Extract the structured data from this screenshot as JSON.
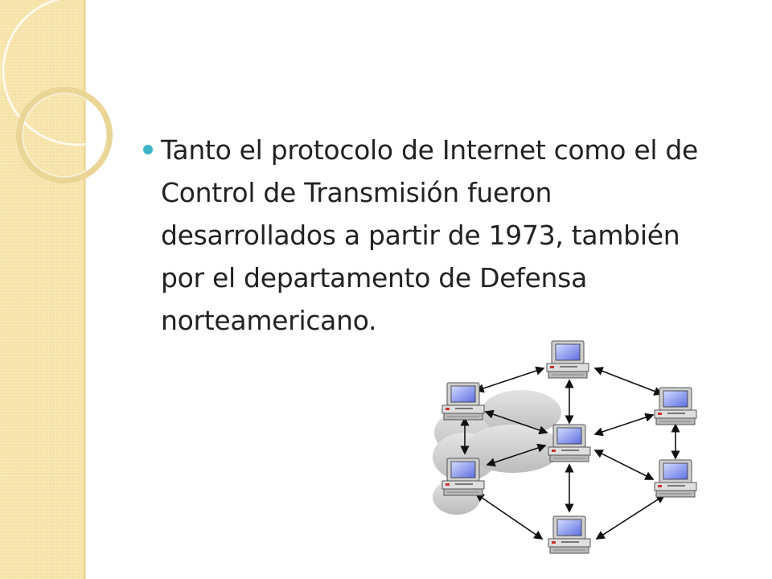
{
  "slide": {
    "bullet": {
      "text": "Tanto el protocolo de Internet como el de Control de Transmisión fueron desarrollados a partir de 1973, también por el departamento de Defensa norteamericano."
    },
    "illustration": {
      "icon": "computer-network-icon",
      "nodes": [
        "top",
        "upper-left",
        "center",
        "upper-right",
        "lower-left",
        "lower-right",
        "bottom"
      ]
    },
    "colors": {
      "band": "#f5e2a6",
      "bullet": "#3eb3c7",
      "text": "#222222"
    }
  }
}
